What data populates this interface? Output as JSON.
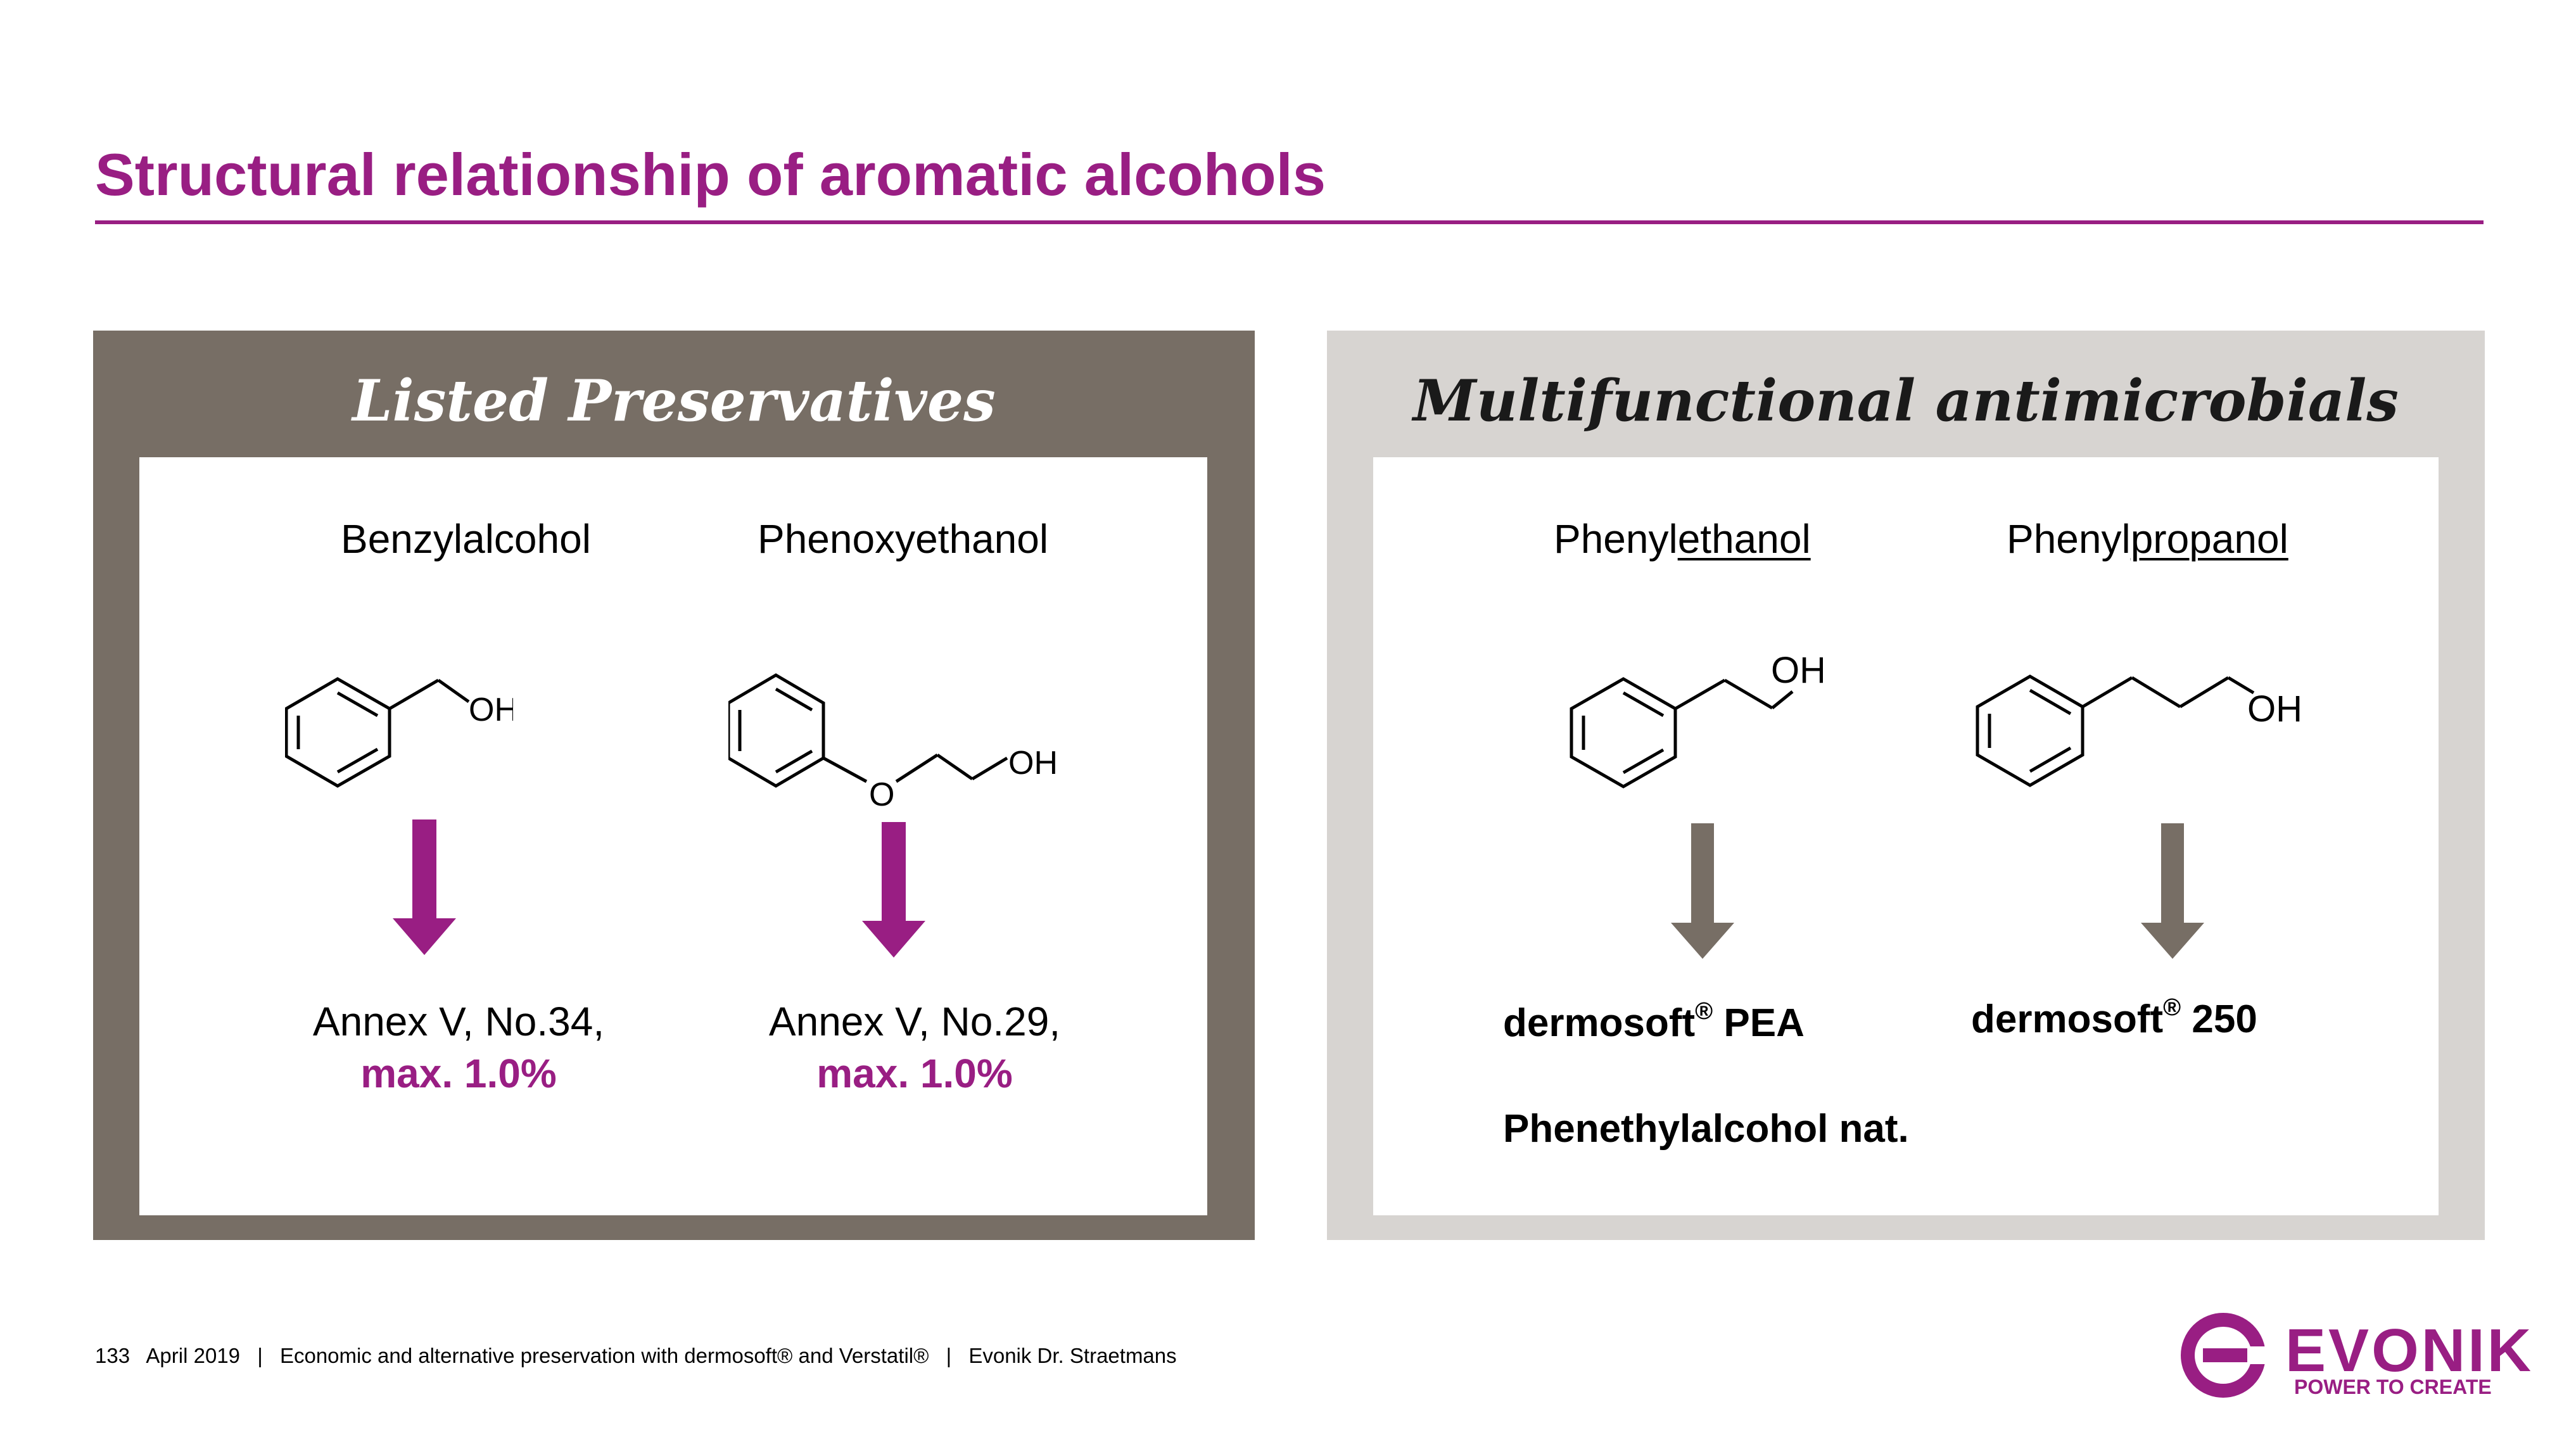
{
  "slide": {
    "title": "Structural relationship of aromatic alcohols"
  },
  "left_panel": {
    "heading": "Listed Preservatives",
    "compounds": [
      {
        "name": "Benzylalcohol",
        "annex": "Annex V, No.34,",
        "limit": "max. 1.0%",
        "atom_labels": [
          "OH"
        ]
      },
      {
        "name": "Phenoxyethanol",
        "annex": "Annex V, No.29,",
        "limit": "max. 1.0%",
        "atom_labels": [
          "O",
          "OH"
        ]
      }
    ],
    "arrow_color": "#991e83"
  },
  "right_panel": {
    "heading": "Multifunctional antimicrobials",
    "compounds": [
      {
        "name_prefix": "Phenyl",
        "name_underlined": "ethanol",
        "atom_labels": [
          "OH"
        ],
        "product": "dermosoft",
        "product_mark": "®",
        "product_suffix": " PEA",
        "extra": "Phenethylalcohol nat."
      },
      {
        "name_prefix": "Phenyl",
        "name_underlined": "propanol",
        "atom_labels": [
          "OH"
        ],
        "product": "dermosoft",
        "product_mark": "®",
        "product_suffix": " 250"
      }
    ],
    "arrow_color": "#776e65"
  },
  "footer": {
    "page_number": "133",
    "date": "April 2019",
    "sep1": "|",
    "subject": "Economic and alternative preservation with dermosoft® and Verstatil®",
    "sep2": "|",
    "author": "Evonik Dr. Straetmans"
  },
  "logo": {
    "wordmark": "EVONIK",
    "tagline": "POWER TO CREATE",
    "color": "#991e83"
  },
  "colors": {
    "accent": "#991e83",
    "left_panel_bg": "#776e65",
    "right_panel_bg": "#d7d4d1"
  }
}
